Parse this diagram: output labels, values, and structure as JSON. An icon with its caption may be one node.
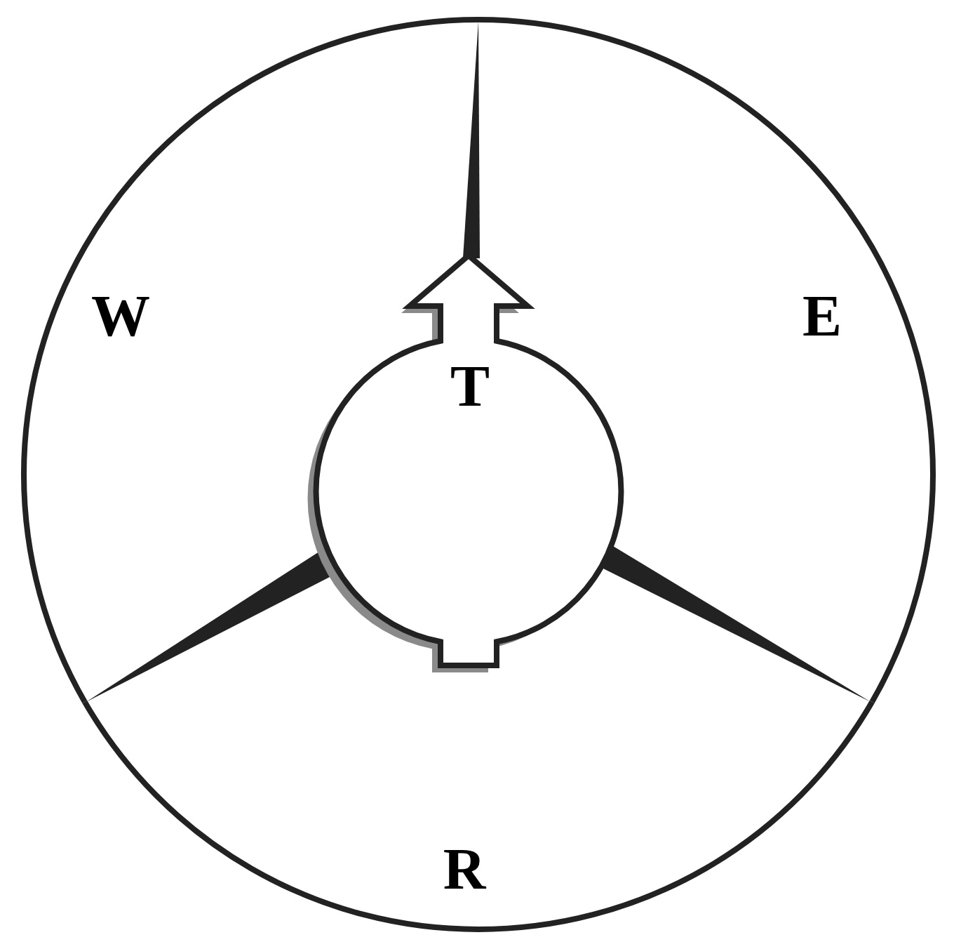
{
  "diagram": {
    "nodes": [
      {
        "text": [
          "W"
        ]
      },
      {
        "text": [
          "E"
        ]
      },
      {
        "text": [
          "T"
        ]
      },
      {
        "text": [
          "R"
        ]
      }
    ]
  }
}
